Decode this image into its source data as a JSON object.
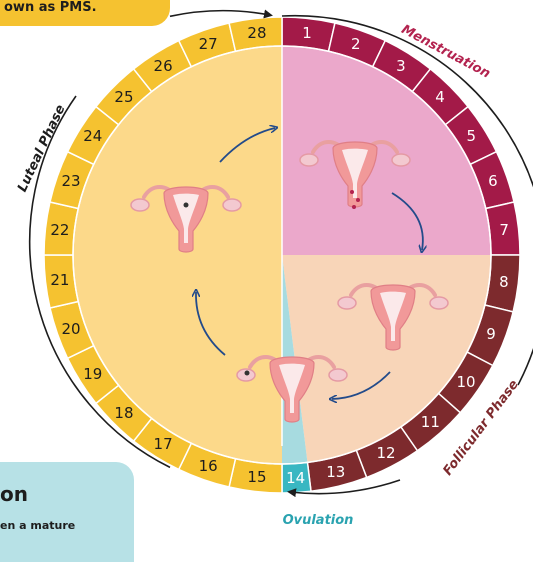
{
  "notes": {
    "top": "own as PMS.",
    "bottom_title": "on",
    "bottom_text": "en a mature"
  },
  "phases": {
    "menstruation": "Menstruation",
    "follicular": "Follicular Phase",
    "ovulation": "Ovulation",
    "luteal": "Luteal Phase"
  },
  "days": [
    "1",
    "2",
    "3",
    "4",
    "5",
    "6",
    "7",
    "8",
    "9",
    "10",
    "11",
    "12",
    "13",
    "14",
    "15",
    "16",
    "17",
    "18",
    "19",
    "20",
    "21",
    "22",
    "23",
    "24",
    "25",
    "26",
    "27",
    "28"
  ],
  "colors": {
    "menstruation_ring": "#a31a48",
    "menstruation_fill": "#eba8cb",
    "follicular_ring": "#7d2a2d",
    "follicular_fill": "#f8d5b8",
    "ovulation_ring": "#39b7c2",
    "ovulation_fill": "#a7dbe0",
    "luteal_ring": "#f5c230",
    "luteal_fill": "#fcd98a",
    "menstruation_label": "#b3234f",
    "follicular_label": "#7d2a2d",
    "ovulation_label": "#2aa3b0",
    "luteal_label": "#1d1d1d"
  }
}
